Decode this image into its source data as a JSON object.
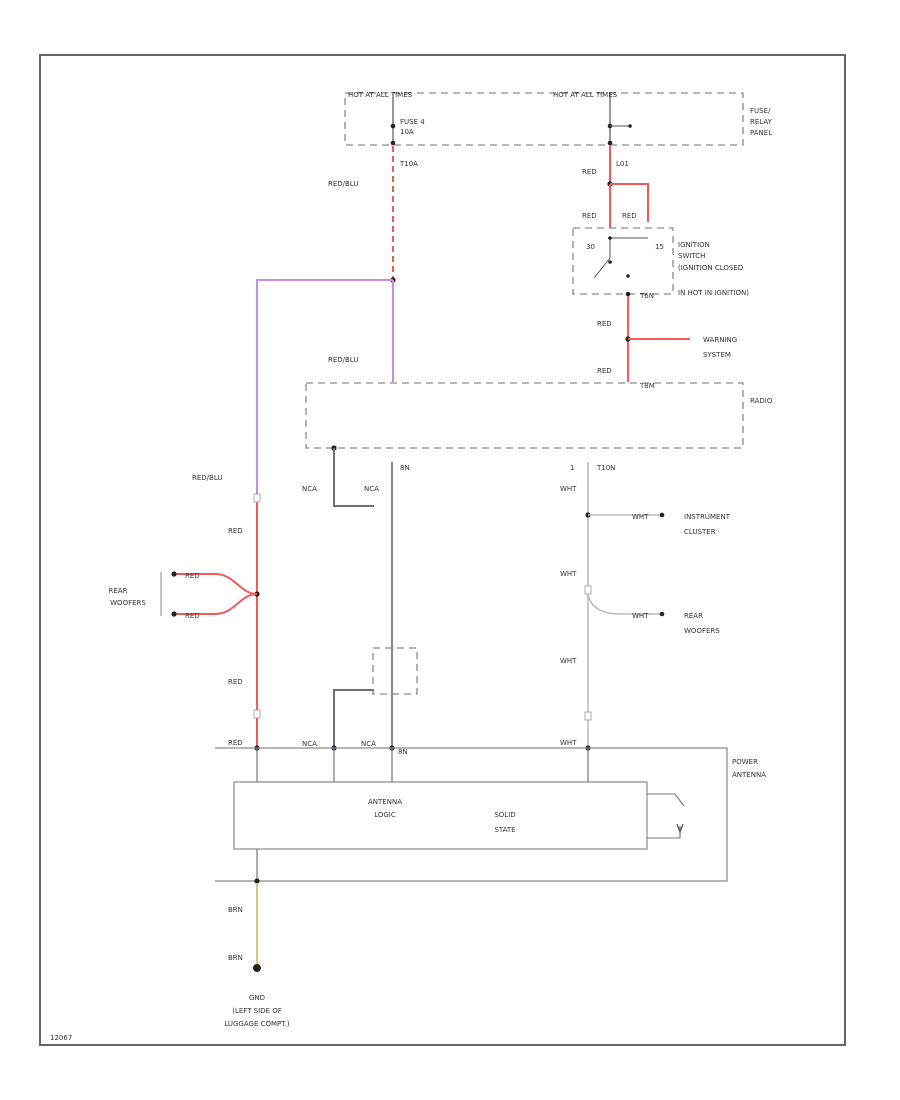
{
  "colors": {
    "red": "#f25a5a",
    "red_blu": "#c88ee0",
    "wht": "#bcbcbc",
    "nca": "#6f6f7c",
    "brn": "#d8c878",
    "frame": "#666666"
  },
  "labels": {
    "hot_at_all_times_1": "HOT AT ALL TIMES",
    "hot_at_all_times_2": "HOT AT ALL TIMES",
    "fuse_num": "FUSE 4",
    "fuse_amp": "10A",
    "fuse_relay_panel": [
      "FUSE/",
      "RELAY",
      "PANEL"
    ],
    "t10a": "T10A",
    "l01": "L01",
    "red_blu_1": "RED/BLU",
    "red_blu_2": "RED/BLU",
    "red_blu_3": "RED/BLU",
    "red_a": "RED",
    "red_b": "RED",
    "red_c": "RED",
    "red_d": "RED",
    "red_e": "RED",
    "red_f": "RED",
    "red_g": "RED",
    "red_h": "RED",
    "red_i": "RED",
    "red_j": "RED",
    "ign_30": "30",
    "ign_15": "15",
    "ign_label": [
      "IGNITION",
      "SWITCH",
      "(IGNITION CLOSED",
      "IN HOT IN IGNITION)"
    ],
    "t6n": "T6N",
    "warning_system": [
      "WARNING",
      "SYSTEM"
    ],
    "t8m": "T8M",
    "radio": "RADIO",
    "nca_1": "NCA",
    "nca_2": "NCA",
    "nca_3": "NCA",
    "nca_4": "NCA",
    "pin_8n": "8N",
    "pin_1": "1",
    "t10n": "T10N",
    "wht_1": "WHT",
    "wht_2": "WHT",
    "wht_3": "WHT",
    "wht_4": "WHT",
    "wht_5": "WHT",
    "wht_6": "WHT",
    "instrument_cluster": [
      "INSTRUMENT",
      "CLUSTER"
    ],
    "rear_woofers_right": [
      "REAR",
      "WOOFERS"
    ],
    "rear_woofers_left": [
      "REAR",
      "WOOFERS"
    ],
    "pin_bottom": "8N",
    "power_antenna": [
      "POWER",
      "ANTENNA"
    ],
    "antenna_logic": [
      "ANTENNA",
      "LOGIC"
    ],
    "solid_state": [
      "SOLID",
      "STATE"
    ],
    "brn_1": "BRN",
    "brn_2": "BRN",
    "ground": [
      "GND",
      "(LEFT SIDE OF",
      "LUGGAGE COMPT.)"
    ],
    "corner_code": "12067"
  }
}
